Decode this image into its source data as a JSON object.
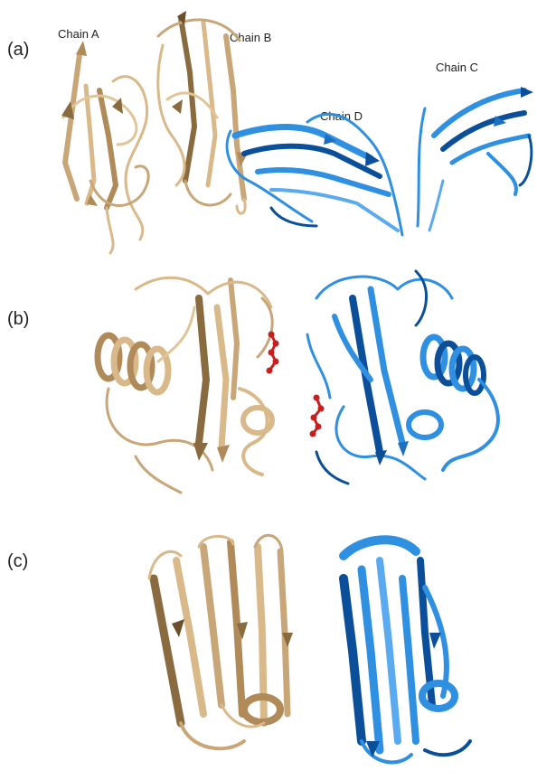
{
  "panels": [
    {
      "label": "(a)",
      "chains": [
        "Chain A",
        "Chain B",
        "Chain D",
        "Chain C"
      ]
    },
    {
      "label": "(b)"
    },
    {
      "label": "(c)"
    }
  ],
  "colors": {
    "tan_protein": "#d9b98a",
    "tan_shadow": "#8a6a3f",
    "blue_protein": "#2f8fe0",
    "blue_shadow": "#0b4f9a",
    "ligand": "#c81e1e"
  }
}
